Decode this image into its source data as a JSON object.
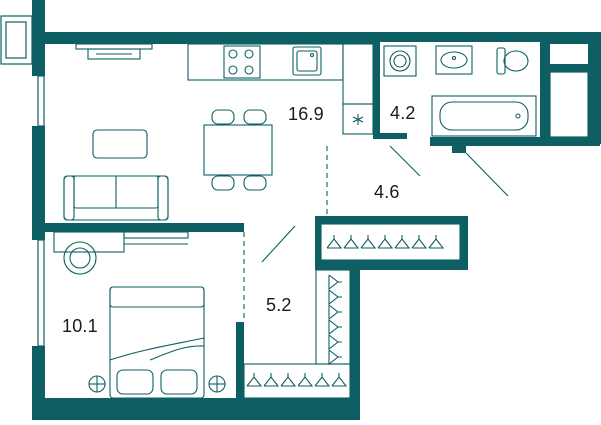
{
  "floor_plan": {
    "colors": {
      "wall": "#0e5f63",
      "background": "#ffffff",
      "text": "#1a1a1a"
    },
    "rooms": [
      {
        "id": "kitchen-living",
        "area_label": "16.9"
      },
      {
        "id": "bathroom",
        "area_label": "4.2"
      },
      {
        "id": "hallway",
        "area_label": "4.6"
      },
      {
        "id": "corridor",
        "area_label": "5.2"
      },
      {
        "id": "bedroom",
        "area_label": "10.1"
      }
    ],
    "icons": [
      "sofa-icon",
      "dining-table-icon",
      "chair-icon",
      "tv-icon",
      "cooktop-icon",
      "sink-icon",
      "washing-machine-icon",
      "toilet-icon",
      "bathtub-icon",
      "washbasin-icon",
      "double-bed-icon",
      "armchair-icon",
      "hanger-icon",
      "ventilation-icon",
      "bedside-lamp-icon"
    ]
  }
}
